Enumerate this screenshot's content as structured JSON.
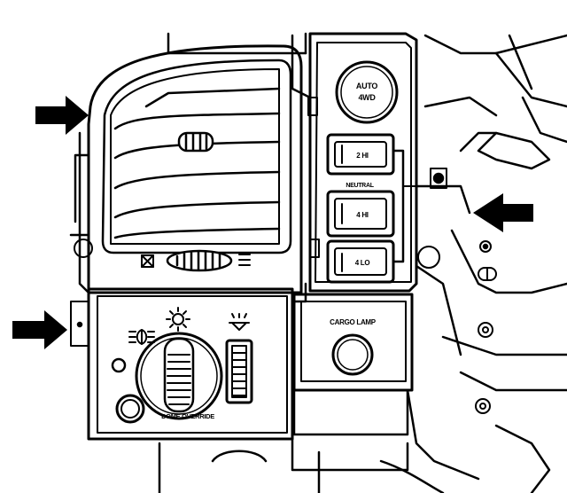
{
  "labels": {
    "auto_4wd_line1": "AUTO",
    "auto_4wd_line2": "4WD",
    "two_hi": "2 HI",
    "neutral": "NEUTRAL",
    "four_hi": "4 HI",
    "four_lo": "4 LO",
    "cargo_lamp": "CARGO LAMP",
    "dome_override": "DOME OVERRIDE"
  },
  "icons": {
    "fog_lamp": "fog-lamp-icon",
    "headlamp_sun": "headlamp-icon",
    "dash_dimmer": "dimmer-icon",
    "vent_closed": "vent-closed-icon",
    "vent_open": "vent-open-icon"
  },
  "colors": {
    "ink": "#000000",
    "paper": "#ffffff"
  }
}
